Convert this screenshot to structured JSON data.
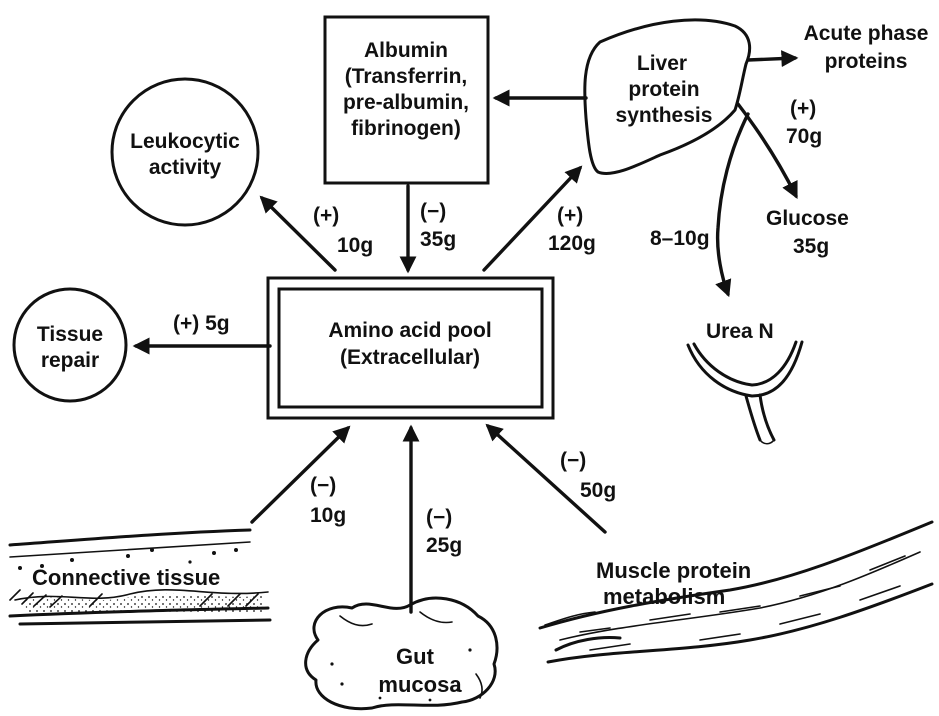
{
  "nodes": {
    "albumin": [
      "Albumin",
      "(Transferrin,",
      "pre-albumin,",
      "fibrinogen)"
    ],
    "liver": [
      "Liver",
      "protein",
      "synthesis"
    ],
    "acute_phase": [
      "Acute phase",
      "proteins"
    ],
    "leukocytic": [
      "Leukocytic",
      "activity"
    ],
    "tissue_repair": [
      "Tissue",
      "repair"
    ],
    "amino_pool": [
      "Amino acid pool",
      "(Extracellular)"
    ],
    "glucose": [
      "Glucose",
      "35g"
    ],
    "urea": "Urea N",
    "connective": "Connective tissue",
    "gut": [
      "Gut",
      "mucosa"
    ],
    "muscle": [
      "Muscle protein",
      "metabolism"
    ]
  },
  "flows": {
    "leukocytic": [
      "(+)",
      "10g"
    ],
    "albumin": [
      "(−)",
      "35g"
    ],
    "liver": [
      "(+)",
      "120g"
    ],
    "tissue_repair": "(+) 5g",
    "connective": [
      "(−)",
      "10g"
    ],
    "gut": [
      "(−)",
      "25g"
    ],
    "muscle": [
      "(−)",
      "50g"
    ],
    "glucose": [
      "(+)",
      "70g"
    ],
    "urea": "8–10g"
  }
}
